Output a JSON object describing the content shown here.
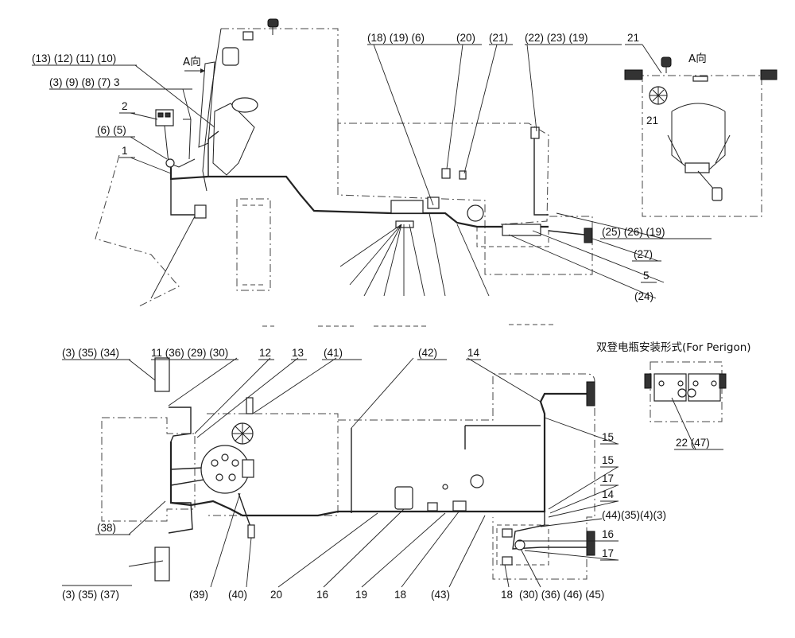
{
  "top_view": {
    "label_13_12_11_10": "(13) (12) (11) (10)",
    "label_3_9_8_7_3": "(3) (9) (8) (7) 3",
    "label_2": "2",
    "label_6_5": "(6) (5)",
    "label_1": "1",
    "label_a_dir": "A向",
    "label_18_19_6": "(18) (19) (6)",
    "label_20": "(20)",
    "label_21p": "(21)",
    "label_22_23_19": "(22) (23) (19)",
    "label_21": "21",
    "label_a_dir_inset": "A向",
    "label_25_26_19": "(25) (26) (19)",
    "label_27": "(27)",
    "label_5": "5",
    "label_24": "(24)"
  },
  "bottom_view": {
    "label_3_35_34": "(3) (35) (34)",
    "label_11_36_29_30": "11 (36) (29) (30)",
    "label_12": "12",
    "label_13": "13",
    "label_41": "(41)",
    "label_42": "(42)",
    "label_14_top": "14",
    "label_15_a": "15",
    "label_15_b": "15",
    "label_17_a": "17",
    "label_14_b": "14",
    "label_44_35_4_3": "(44)(35)(4)(3)",
    "label_16_r": "16",
    "label_17_b": "17",
    "label_38": "(38)",
    "label_3_35_37": "(3) (35) (37)",
    "label_39": "(39)",
    "label_40": "(40)",
    "label_20": "20",
    "label_16": "16",
    "label_19": "19",
    "label_18": "18",
    "label_43": "(43)",
    "label_18_b": "18",
    "label_30_36_46_45": "(30) (36) (46) (45)"
  },
  "battery_inset": {
    "title": "双登电瓶安装形式(For Perigon)",
    "label_22_47": "22 (47)"
  }
}
